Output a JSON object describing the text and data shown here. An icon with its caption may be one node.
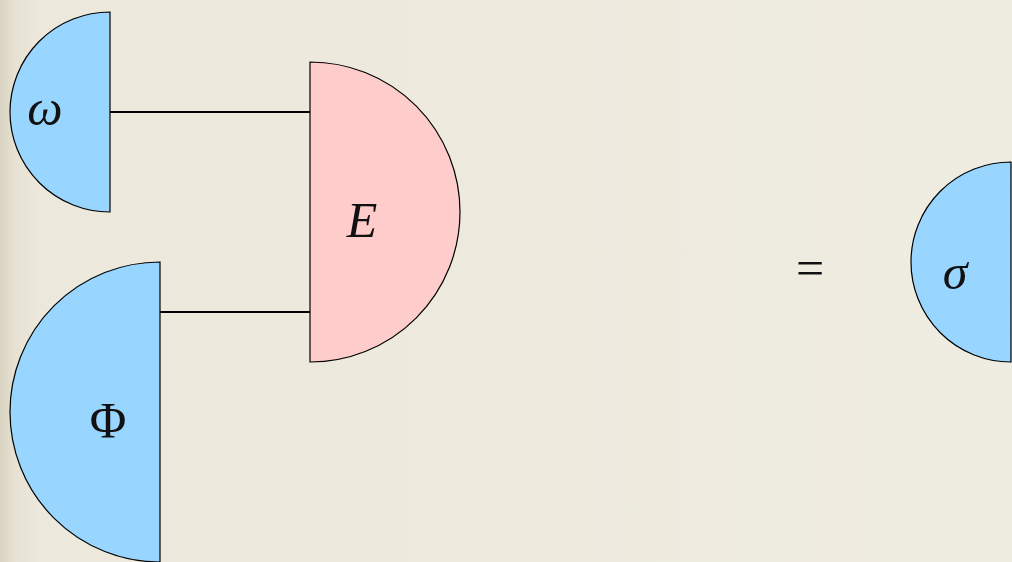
{
  "diagram": {
    "nodes": [
      {
        "text": [
          "ω"
        ]
      },
      {
        "text": [
          "E"
        ]
      },
      {
        "text": [
          "Φ"
        ]
      },
      {
        "text": [
          "σ"
        ]
      }
    ],
    "edges": [
      {
        "from": 0,
        "to": 1,
        "arrow": "none"
      },
      {
        "from": 2,
        "to": 1,
        "arrow": "none"
      }
    ],
    "labels": [
      "="
    ]
  }
}
